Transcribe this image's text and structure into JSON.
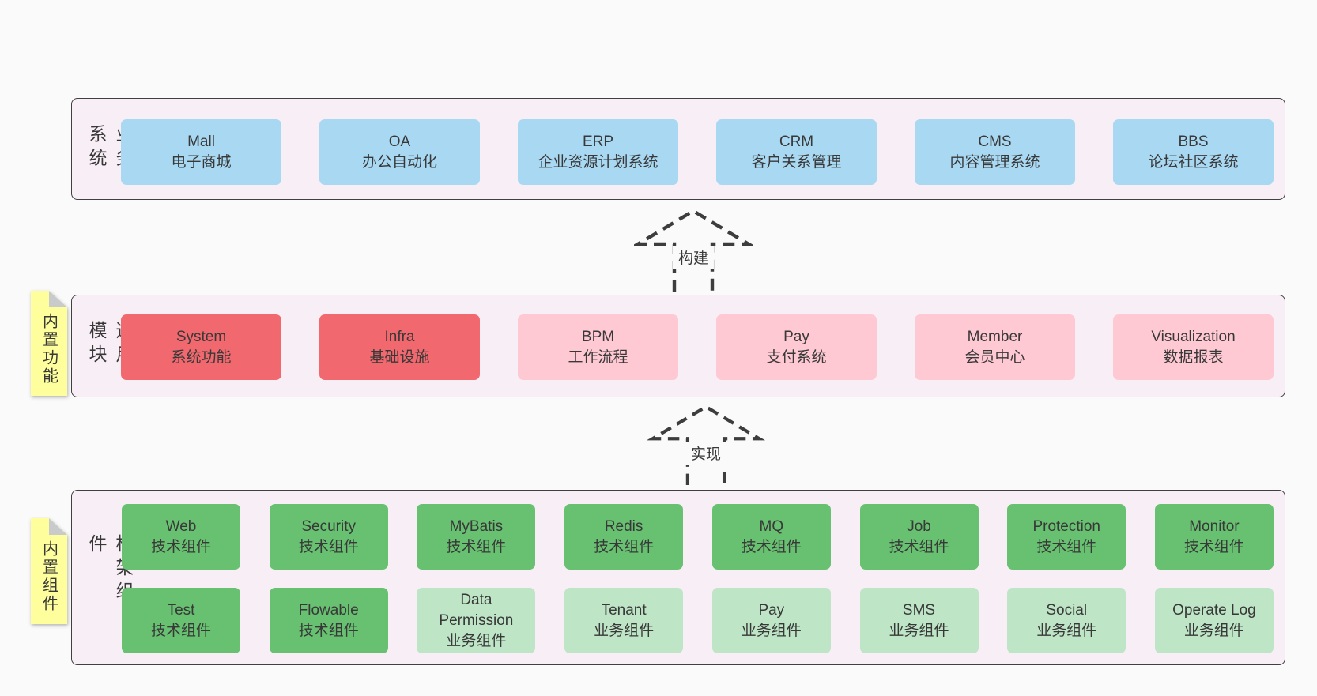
{
  "colors": {
    "page_bg": "#fafafa",
    "band_bg": "#f8eef6",
    "band_border": "#404040",
    "ink": "#383838",
    "arrow_ink": "#3d3d3d",
    "box_blue": "#a9d8f2",
    "box_red": "#f1696e",
    "box_pink": "#ffc9d3",
    "box_green": "#68c171",
    "box_green_light": "#bde5c6",
    "note_bg": "#feff9c",
    "note_fold": "#c8cacb"
  },
  "arrows": [
    {
      "label": "构建"
    },
    {
      "label": "实现"
    }
  ],
  "bands": [
    {
      "title": "业务系统",
      "boxes": [
        {
          "en": "Mall",
          "zh": "电子商城"
        },
        {
          "en": "OA",
          "zh": "办公自动化"
        },
        {
          "en": "ERP",
          "zh": "企业资源计划系统"
        },
        {
          "en": "CRM",
          "zh": "客户关系管理"
        },
        {
          "en": "CMS",
          "zh": "内容管理系统"
        },
        {
          "en": "BBS",
          "zh": "论坛社区系统"
        }
      ]
    },
    {
      "title": "通用模块",
      "note": "内置功能",
      "boxes": [
        {
          "en": "System",
          "zh": "系统功能"
        },
        {
          "en": "Infra",
          "zh": "基础设施"
        },
        {
          "en": "BPM",
          "zh": "工作流程"
        },
        {
          "en": "Pay",
          "zh": "支付系统"
        },
        {
          "en": "Member",
          "zh": "会员中心"
        },
        {
          "en": "Visualization",
          "zh": "数据报表"
        }
      ]
    },
    {
      "title": "框架组件",
      "note": "内置组件",
      "rows": [
        [
          {
            "en": "Web",
            "zh": "技术组件"
          },
          {
            "en": "Security",
            "zh": "技术组件"
          },
          {
            "en": "MyBatis",
            "zh": "技术组件"
          },
          {
            "en": "Redis",
            "zh": "技术组件"
          },
          {
            "en": "MQ",
            "zh": "技术组件"
          },
          {
            "en": "Job",
            "zh": "技术组件"
          },
          {
            "en": "Protection",
            "zh": "技术组件"
          },
          {
            "en": "Monitor",
            "zh": "技术组件"
          }
        ],
        [
          {
            "en": "Test",
            "zh": "技术组件"
          },
          {
            "en": "Flowable",
            "zh": "技术组件"
          },
          {
            "en": "Data Permission",
            "zh": "业务组件"
          },
          {
            "en": "Tenant",
            "zh": "业务组件"
          },
          {
            "en": "Pay",
            "zh": "业务组件"
          },
          {
            "en": "SMS",
            "zh": "业务组件"
          },
          {
            "en": "Social",
            "zh": "业务组件"
          },
          {
            "en": "Operate Log",
            "zh": "业务组件"
          }
        ]
      ]
    }
  ]
}
